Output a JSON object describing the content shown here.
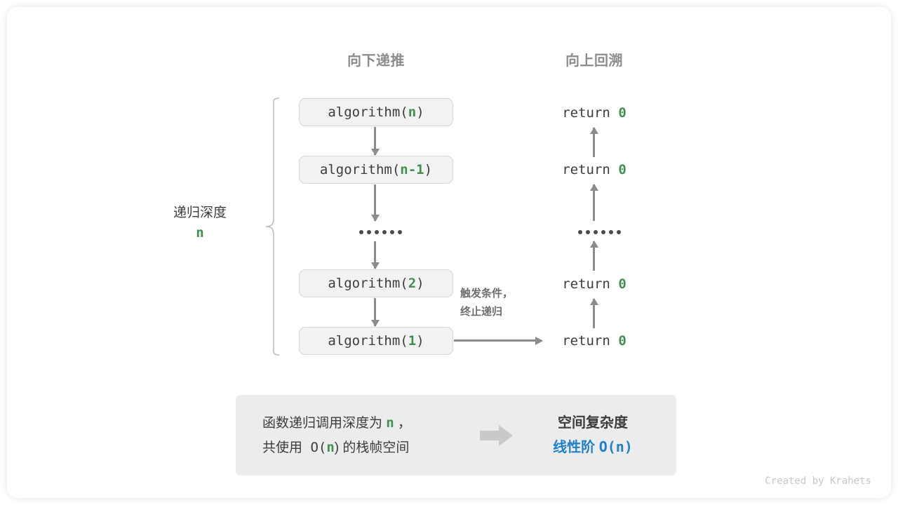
{
  "diagram": {
    "columns": {
      "down_header": "向下递推",
      "up_header": "向上回溯"
    },
    "call_stack": [
      {
        "prefix": "algorithm(",
        "arg": "n",
        "suffix": ")"
      },
      {
        "prefix": "algorithm(",
        "arg": "n-1",
        "suffix": ")"
      },
      {
        "prefix": "algorithm(",
        "arg": "2",
        "suffix": ")"
      },
      {
        "prefix": "algorithm(",
        "arg": "1",
        "suffix": ")"
      }
    ],
    "returns": [
      {
        "keyword": "return",
        "value": "0"
      },
      {
        "keyword": "return",
        "value": "0"
      },
      {
        "keyword": "return",
        "value": "0"
      },
      {
        "keyword": "return",
        "value": "0"
      }
    ],
    "ellipsis": "••••••",
    "terminate_label": {
      "line1": "触发条件，",
      "line2": "终止递归"
    },
    "depth_bracket": {
      "title": "递归深度",
      "value": "n"
    }
  },
  "summary": {
    "left": {
      "line1_a": "函数递归调用深度为 ",
      "line1_n": "n",
      "line1_b": " ，",
      "line2_a": "共使用 O(",
      "line2_n": "n",
      "line2_b": ") 的栈帧空间"
    },
    "arrow_icon": "right-block-arrow",
    "right": {
      "title": "空间复杂度",
      "order": "线性阶 ",
      "notation": "O(n)"
    }
  },
  "credit": "Created by Krahets",
  "colors": {
    "accent_green": "#3f8f4f",
    "accent_blue": "#1f80cb",
    "text_dark": "#3c3c3c",
    "text_muted": "#8b8c8e",
    "box_fill": "#f2f2f2",
    "panel_fill": "#ececec",
    "arrow_gray": "#8c8c8c"
  }
}
